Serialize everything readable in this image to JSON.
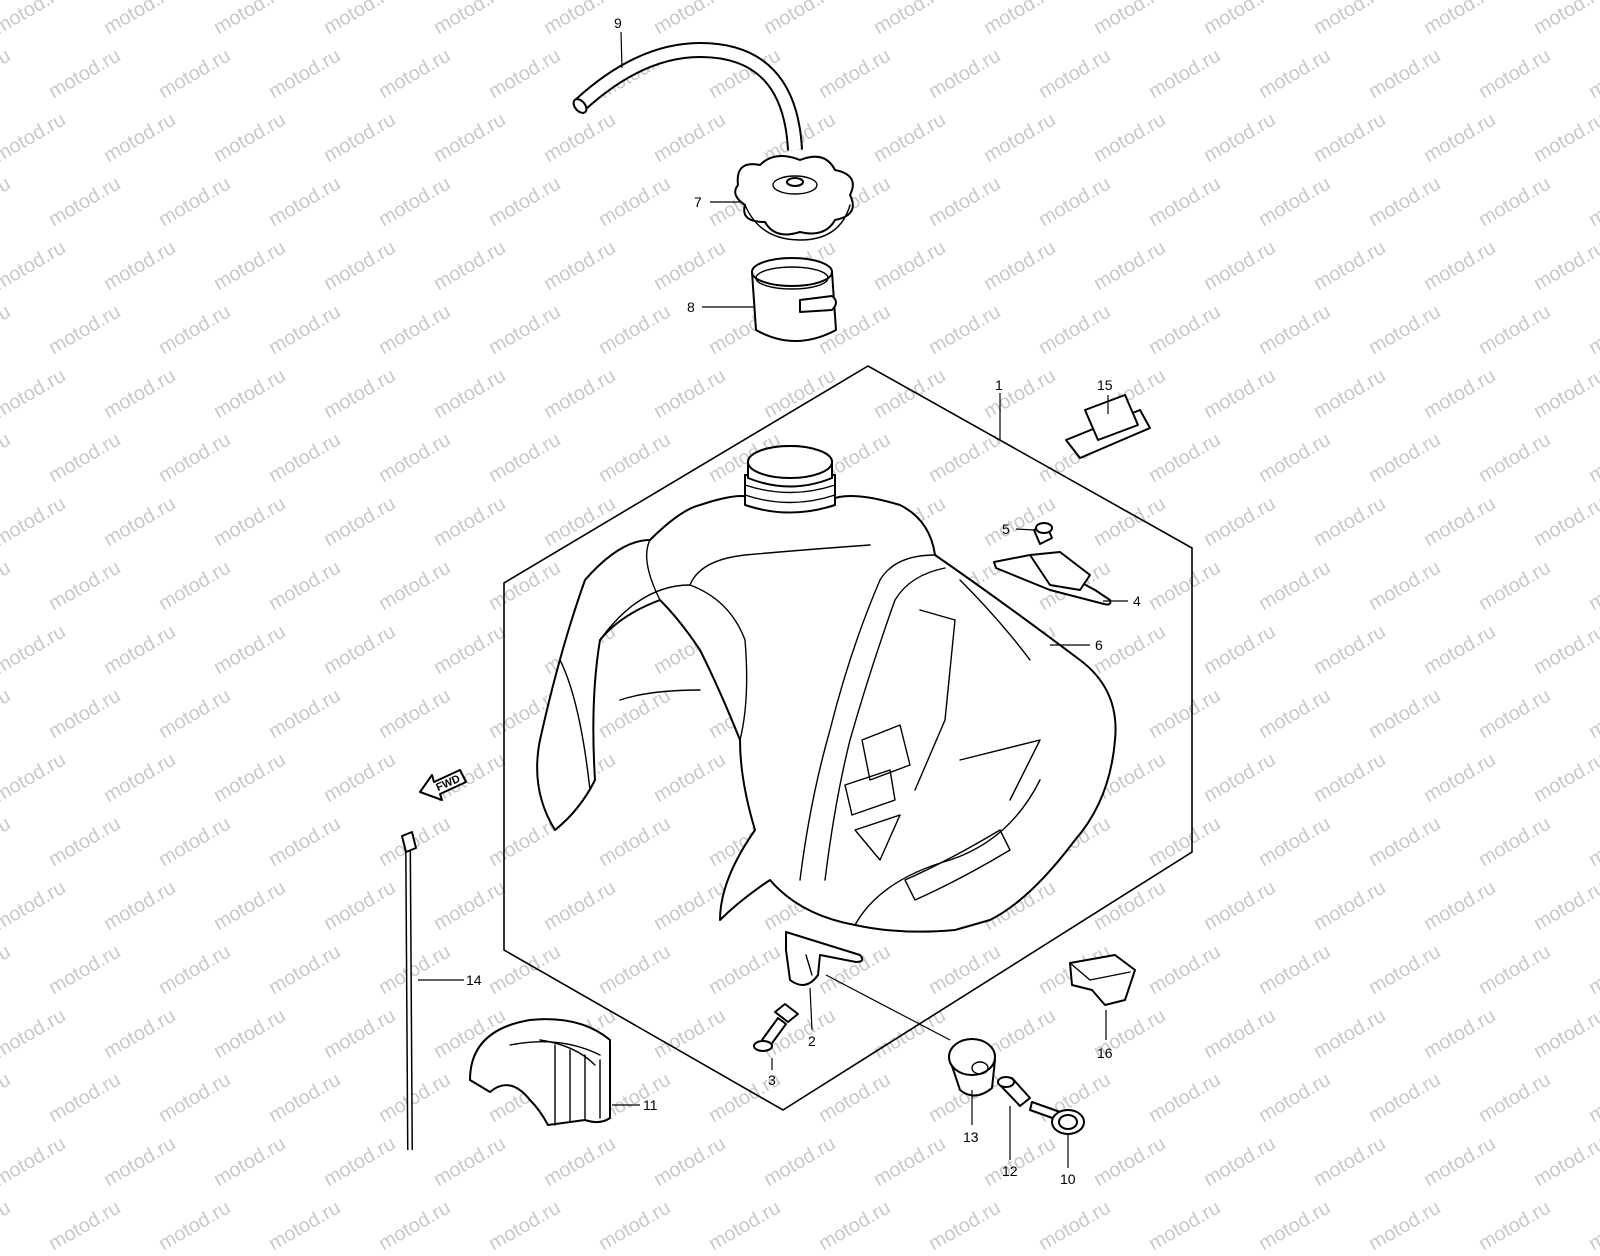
{
  "watermark": "motod.ru",
  "fwd_label": "FWD",
  "callouts": [
    {
      "id": "1",
      "label": "1"
    },
    {
      "id": "2",
      "label": "2"
    },
    {
      "id": "3",
      "label": "3"
    },
    {
      "id": "4",
      "label": "4"
    },
    {
      "id": "5",
      "label": "5"
    },
    {
      "id": "6",
      "label": "6"
    },
    {
      "id": "7",
      "label": "7"
    },
    {
      "id": "8",
      "label": "8"
    },
    {
      "id": "9",
      "label": "9"
    },
    {
      "id": "10",
      "label": "10"
    },
    {
      "id": "11",
      "label": "11"
    },
    {
      "id": "12",
      "label": "12"
    },
    {
      "id": "13",
      "label": "13"
    },
    {
      "id": "14",
      "label": "14"
    },
    {
      "id": "15",
      "label": "15"
    },
    {
      "id": "16",
      "label": "16"
    }
  ],
  "colors": {
    "line": "#000000",
    "background": "#ffffff",
    "watermark": "#c9c9c9"
  }
}
